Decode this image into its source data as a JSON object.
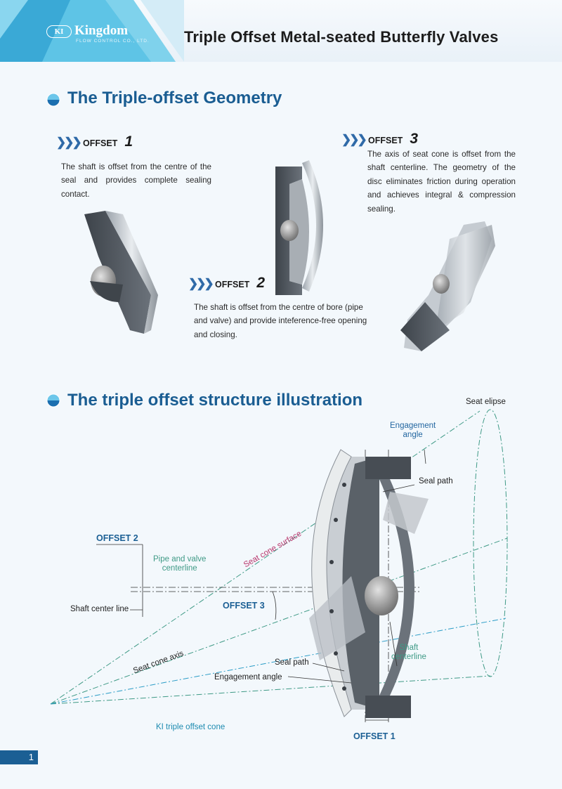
{
  "header": {
    "title": "Triple Offset Metal-seated Butterfly Valves",
    "logo_mark": "KI",
    "logo_name": "Kingdom",
    "logo_sub": "FLOW CONTROL CO., LTD."
  },
  "geometry_section": {
    "title": "The Triple-offset Geometry",
    "offsets": [
      {
        "label": "OFFSET",
        "number": "1",
        "text": "The shaft  is offset from the centre of the seal and provides complete sealing contact."
      },
      {
        "label": "OFFSET",
        "number": "2",
        "text": "The shaft is offset from the centre of bore (pipe and valve) and provide inteference-free opening and closing."
      },
      {
        "label": "OFFSET",
        "number": "3",
        "text": "The axis of seat cone is offset from the shaft centerline. The geometry of the disc eliminates friction during operation and achieves integral & compression sealing."
      }
    ]
  },
  "structure_section": {
    "title": "The triple offset structure illustration",
    "labels": {
      "seat_elipse": "Seat elipse",
      "engagement_angle_top": "Engagement\nangle",
      "seal_path_top": "Seal path",
      "offset2": "OFFSET 2",
      "pipe_centerline": "Pipe and valve\ncenterline",
      "seat_cone_surface": "Seat cone surface",
      "shaft_center_line": "Shaft center line",
      "offset3": "OFFSET 3",
      "shaft_centerline": "Shaft\ncenterline",
      "seat_cone_axis": "Seat cone axis",
      "seal_path_bottom": "Seal path",
      "engagement_angle_bottom": "Engagement angle",
      "ki_cone": "KI triple offset cone",
      "offset1": "OFFSET 1"
    }
  },
  "page": {
    "number": "1"
  },
  "colors": {
    "brand_blue": "#1b5f94",
    "accent_cyan": "#3bb5d8",
    "teal_line": "#3f9a86"
  }
}
